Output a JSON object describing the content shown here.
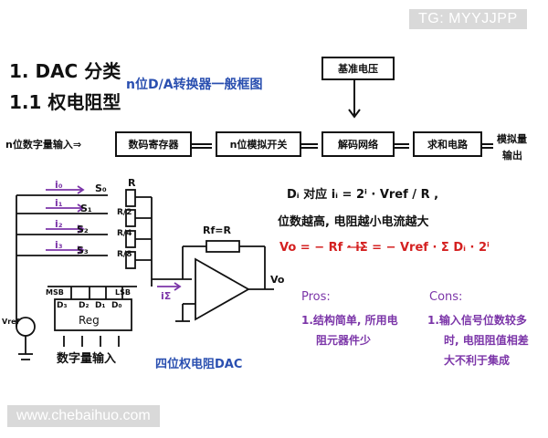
{
  "header": {
    "tag": "TG: MYYJJPP"
  },
  "footer": {
    "watermark": "www.chebaihuo.com"
  },
  "note": {
    "title": "1. DAC 分类",
    "subtitle": "1.1 权电阻型",
    "flow_title": "n位D/A转换器一般框图",
    "ref_box": "基准电压",
    "flow_input": "n位数字量输入⇒",
    "flow_boxes": [
      "数码寄存器",
      "n位模拟开关",
      "解码网络",
      "求和电路"
    ],
    "flow_output_line1": "模拟量",
    "flow_output_line2": "输出",
    "formula_di": "Dᵢ 对应 iᵢ = 2ⁱ · Vref / R ,",
    "formula_note": "位数越高, 电阻越小电流越大",
    "formula_vo": "Vo = − Rf · iΣ = − Vref · Σ Dᵢ · 2ⁱ",
    "pros_title": "Pros:",
    "pros_text_1": "1.结构简单, 所用电",
    "pros_text_2": "阻元器件少",
    "cons_title": "Cons:",
    "cons_text_1": "1.输入信号位数较多",
    "cons_text_2": "时, 电阻阻值相差",
    "cons_text_3": "大不利于集成",
    "circuit": {
      "currents": [
        "i₀",
        "i₁",
        "i₂",
        "i₃"
      ],
      "switches": [
        "S₀",
        "S₁",
        "S₂",
        "S₃"
      ],
      "resistors": [
        "R",
        "R/2",
        "R/4",
        "R/8"
      ],
      "rf": "Rf=R",
      "vo": "Vo",
      "isum": "iΣ",
      "msb": "MSB",
      "lsb": "LSB",
      "bits": [
        "D₃",
        "D₂",
        "D₁",
        "D₀"
      ],
      "reg": "Reg",
      "vref": "Vref",
      "input_label": "数字量输入",
      "caption": "四位权电阻DAC"
    }
  }
}
